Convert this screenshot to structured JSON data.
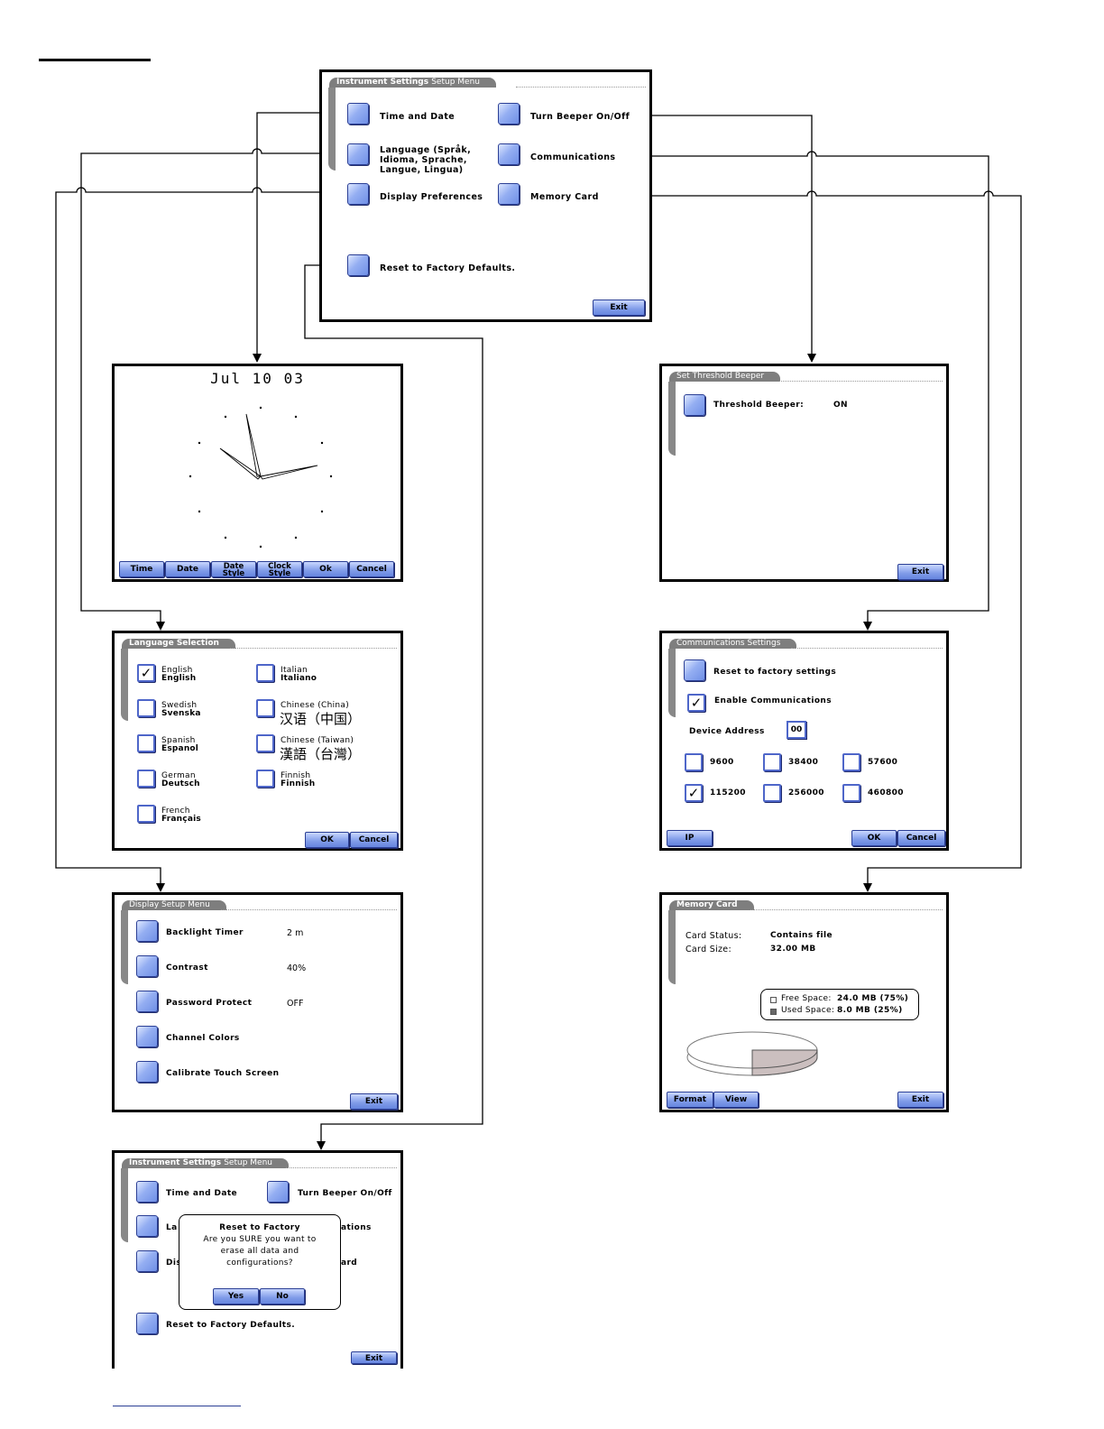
{
  "main_menu": {
    "title_bold": "Instrument Settings",
    "title_light": "Setup Menu",
    "time_date": "Time and Date",
    "beeper": "Turn Beeper On/Off",
    "language_lines": [
      "Language (Språk,",
      "Idioma, Sprache,",
      "Langue, Lingua)"
    ],
    "communications": "Communications",
    "display_prefs": "Display Preferences",
    "memory_card": "Memory Card",
    "reset": "Reset to Factory Defaults.",
    "exit": "Exit"
  },
  "clock": {
    "date": "Jul 10 03",
    "buttons": [
      {
        "line1": "Time",
        "line2": ""
      },
      {
        "line1": "Date",
        "line2": ""
      },
      {
        "line1": "Date",
        "line2": "Style"
      },
      {
        "line1": "Clock",
        "line2": "Style"
      },
      {
        "line1": "Ok",
        "line2": ""
      },
      {
        "line1": "Cancel",
        "line2": ""
      }
    ]
  },
  "beeper": {
    "title": "Set Threshold Beeper",
    "label": "Threshold Beeper:",
    "value": "ON",
    "exit": "Exit"
  },
  "language": {
    "title": "Language Selection",
    "items": [
      {
        "native_small": "English",
        "native_bold": "English",
        "checked": true
      },
      {
        "native_small": "Swedish",
        "native_bold": "Svenska",
        "checked": false
      },
      {
        "native_small": "Spanish",
        "native_bold": "Espanol",
        "checked": false
      },
      {
        "native_small": "German",
        "native_bold": "Deutsch",
        "checked": false
      },
      {
        "native_small": "French",
        "native_bold": "Français",
        "checked": false
      },
      {
        "native_small": "Italian",
        "native_bold": "Italiano",
        "checked": false
      },
      {
        "native_small": "Chinese (China)",
        "native_bold": "汉语（中国）",
        "checked": false
      },
      {
        "native_small": "Chinese (Taiwan)",
        "native_bold": "漢語（台灣）",
        "checked": false
      },
      {
        "native_small": "Finnish",
        "native_bold": "Finnish",
        "checked": false
      }
    ],
    "ok": "OK",
    "cancel": "Cancel"
  },
  "comms": {
    "title": "Communications Settings",
    "reset": "Reset to factory settings",
    "enable": "Enable Communications",
    "enable_checked": true,
    "device_address_label": "Device Address",
    "device_address": "00",
    "bauds": [
      {
        "label": "9600",
        "checked": false
      },
      {
        "label": "38400",
        "checked": false
      },
      {
        "label": "57600",
        "checked": false
      },
      {
        "label": "115200",
        "checked": true
      },
      {
        "label": "256000",
        "checked": false
      },
      {
        "label": "460800",
        "checked": false
      }
    ],
    "ip": "IP",
    "ok": "OK",
    "cancel": "Cancel"
  },
  "display": {
    "title": "Display Setup Menu",
    "items": [
      {
        "label": "Backlight Timer",
        "value": "2 m"
      },
      {
        "label": "Contrast",
        "value": "40%"
      },
      {
        "label": "Password Protect",
        "value": "OFF"
      },
      {
        "label": "Channel Colors",
        "value": ""
      },
      {
        "label": "Calibrate Touch Screen",
        "value": ""
      }
    ],
    "exit": "Exit"
  },
  "memory": {
    "title": "Memory Card",
    "status_label": "Card Status:",
    "status_value": "Contains file",
    "size_label": "Card Size:",
    "size_value": "32.00 MB",
    "free_label": "Free Space:",
    "free_value": "24.0 MB (75%)",
    "used_label": "Used Space:",
    "used_value": "8.0 MB (25%)",
    "free_fraction": 0.75,
    "used_fraction": 0.25,
    "format": "Format",
    "view": "View",
    "exit": "Exit"
  },
  "reset_screen": {
    "title_bold": "Instrument Settings",
    "title_light": "Setup Menu",
    "time_date": "Time and Date",
    "beeper": "Turn Beeper On/Off",
    "lang_partial": "La",
    "comm_partial": "ations",
    "disp_partial": "Dis",
    "mem_partial": "ard",
    "reset": "Reset to Factory Defaults.",
    "exit": "Exit",
    "dialog_title": "Reset to Factory",
    "dialog_lines": [
      "Are you SURE you want to",
      "erase all data and",
      "configurations?"
    ],
    "yes": "Yes",
    "no": "No"
  },
  "colors": {
    "button_blue": "#7f9be8",
    "title_gray": "#7e7e7e",
    "pie_used": "#cbbfbf"
  }
}
